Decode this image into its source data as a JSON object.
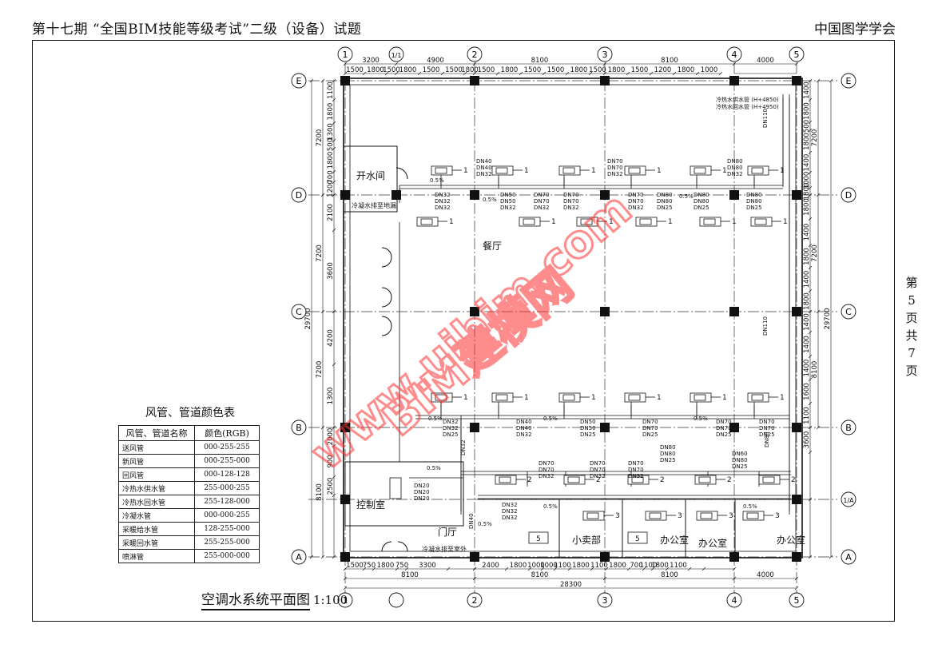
{
  "header": {
    "title": "第十七期 “全国BIM技能等级考试”二级（设备）试题",
    "org": "中国图学学会"
  },
  "side": {
    "chars": [
      "第",
      "5",
      "页",
      "",
      "共",
      "7",
      "页"
    ]
  },
  "plan": {
    "title": "空调水系统平面图",
    "scale": "1:100",
    "col_axes": [
      "1",
      "1/1",
      "2",
      "3",
      "4",
      "5"
    ],
    "row_axes": [
      "E",
      "D",
      "C",
      "B",
      "1/A",
      "A"
    ],
    "top_dims": [
      "3200",
      "4900",
      "8100",
      "8100",
      "4000"
    ],
    "top_sub_dims": [
      "1500",
      "1800",
      "1500",
      "1800",
      "1500",
      "1500",
      "1800",
      "1500",
      "1800",
      "1500",
      "1500",
      "1800",
      "1500",
      "1800",
      "1500",
      "1200",
      "1800",
      "1000"
    ],
    "bottom_sub_dims": [
      "1500",
      "750",
      "1800",
      "750",
      "3300",
      "2400",
      "1800",
      "1000",
      "1000",
      "1100",
      "1800",
      "1100",
      "1800",
      "700",
      "1100",
      "1800",
      "1100"
    ],
    "bottom_dims": [
      "8100",
      "8100",
      "8100",
      "4000"
    ],
    "bottom_total": "28300",
    "left_dims": [
      "7200",
      "7200",
      "7200",
      "8100"
    ],
    "left_sub_dims": [
      "1100",
      "1800",
      "1300",
      "500",
      "1800",
      "700",
      "1200",
      "2100",
      "3600",
      "4200",
      "1300",
      "2000",
      "900",
      "2500"
    ],
    "left_total": "29700",
    "right_dims": [
      "7200",
      "7200",
      "8100"
    ],
    "right_sub_dims": [
      "1400",
      "1800",
      "500",
      "1800",
      "1400",
      "1000",
      "1800",
      "1800",
      "1400",
      "1800",
      "1400",
      "1800",
      "1400",
      "1400",
      "1400",
      "1600",
      "1100",
      "3600"
    ],
    "right_total": "29700",
    "rooms": [
      "开水间",
      "餐厅",
      "控制室",
      "门厅",
      "小卖部",
      "办公室",
      "办公室",
      "办公室"
    ],
    "pipe_notes": [
      "冷热水供水管 (H+4850)",
      "冷热水回水管 (H+4950)",
      "冷凝水排至地漏",
      "冷凝水排至室外",
      "0.5%"
    ],
    "pipe_sizes": [
      "DN32",
      "DN40",
      "DN50",
      "DN70",
      "DN80",
      "DN25",
      "DN20",
      "DN110",
      "DN60"
    ],
    "unit_tag": "1",
    "unit_tag2": "2",
    "unit_tag3": "3",
    "box_tag": "5"
  },
  "legend": {
    "title": "风管、管道颜色表",
    "headers": [
      "风管、管道名称",
      "颜色(RGB)"
    ],
    "rows": [
      [
        "送风管",
        "000-255-255"
      ],
      [
        "新风管",
        "000-255-000"
      ],
      [
        "回风管",
        "000-128-128"
      ],
      [
        "冷热水供水管",
        "255-000-255"
      ],
      [
        "冷热水回水管",
        "255-128-000"
      ],
      [
        "冷凝水管",
        "000-000-255"
      ],
      [
        "采暖给水管",
        "128-255-000"
      ],
      [
        "采暖回水管",
        "255-255-000"
      ],
      [
        "喷淋管",
        "255-000-000"
      ]
    ]
  },
  "watermark": {
    "line1": "BIM建模网",
    "line2": "www.uibim.com",
    "color": "#ff3030"
  }
}
